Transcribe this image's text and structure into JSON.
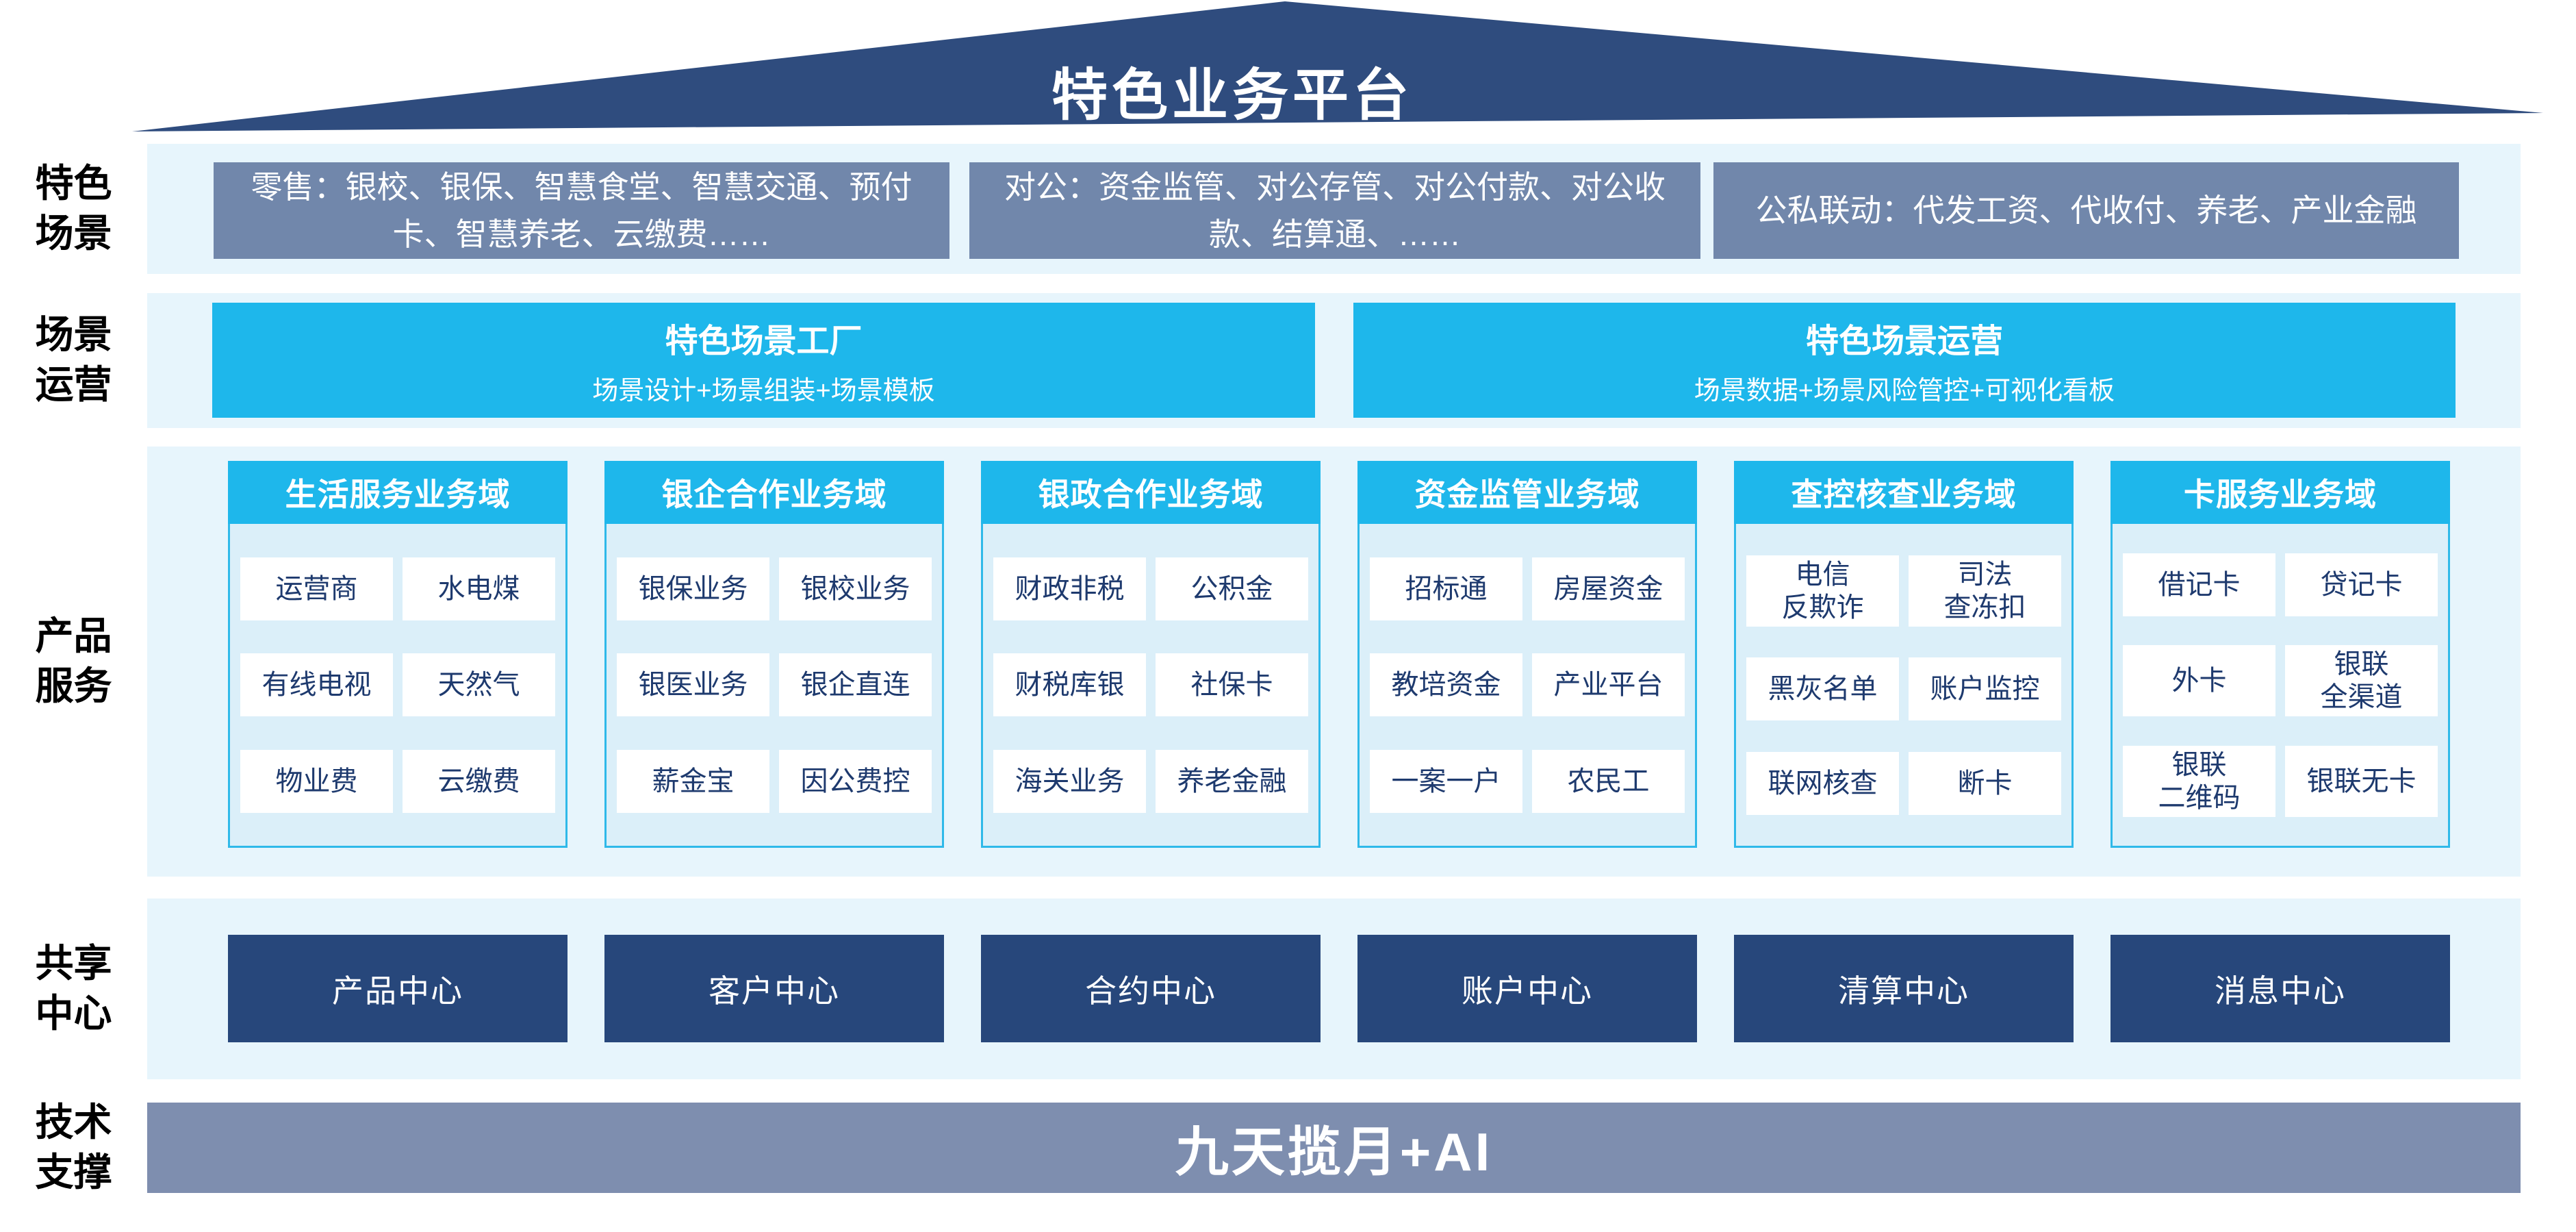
{
  "page": {
    "title": "特色业务平台"
  },
  "colors": {
    "roof_navy": "#2F4C7E",
    "slate_box": "#7187AB",
    "accent_cyan": "#1EB7EB",
    "band_background": "#E7F5FC",
    "panel_background": "#DBEFF9",
    "panel_border": "#2FB9E9",
    "cell_text_navy": "#1E3A6E",
    "center_box_navy": "#27477B",
    "tech_bar_steel": "#7E8EAF"
  },
  "side_labels": [
    "特色\n场景",
    "场景\n运营",
    "产品\n服务",
    "共享\n中心",
    "技术\n支撑"
  ],
  "scene_row": {
    "boxes": [
      "零售：银校、银保、智慧食堂、智慧交通、预付卡、智慧养老、云缴费……",
      "对公：资金监管、对公存管、对公付款、对公收款、结算通、……",
      "公私联动：代发工资、代收付、养老、产业金融"
    ]
  },
  "operation_row": {
    "boxes": [
      {
        "title": "特色场景工厂",
        "subtitle": "场景设计+场景组装+场景模板"
      },
      {
        "title": "特色场景运营",
        "subtitle": "场景数据+场景风险管控+可视化看板"
      }
    ]
  },
  "product_row": {
    "columns": [
      {
        "header": "生活服务业务域",
        "cells": [
          "运营商",
          "水电煤",
          "有线电视",
          "天然气",
          "物业费",
          "云缴费"
        ]
      },
      {
        "header": "银企合作业务域",
        "cells": [
          "银保业务",
          "银校业务",
          "银医业务",
          "银企直连",
          "薪金宝",
          "因公费控"
        ]
      },
      {
        "header": "银政合作业务域",
        "cells": [
          "财政非税",
          "公积金",
          "财税库银",
          "社保卡",
          "海关业务",
          "养老金融"
        ]
      },
      {
        "header": "资金监管业务域",
        "cells": [
          "招标通",
          "房屋资金",
          "教培资金",
          "产业平台",
          "一案一户",
          "农民工"
        ]
      },
      {
        "header": "查控核查业务域",
        "cells": [
          "电信\n反欺诈",
          "司法\n查冻扣",
          "黑灰名单",
          "账户监控",
          "联网核查",
          "断卡"
        ]
      },
      {
        "header": "卡服务业务域",
        "cells": [
          "借记卡",
          "贷记卡",
          "外卡",
          "银联\n全渠道",
          "银联\n二维码",
          "银联无卡"
        ]
      }
    ]
  },
  "share_row": {
    "boxes": [
      "产品中心",
      "客户中心",
      "合约中心",
      "账户中心",
      "清算中心",
      "消息中心"
    ]
  },
  "tech_row": {
    "label": "九天揽月+AI"
  }
}
